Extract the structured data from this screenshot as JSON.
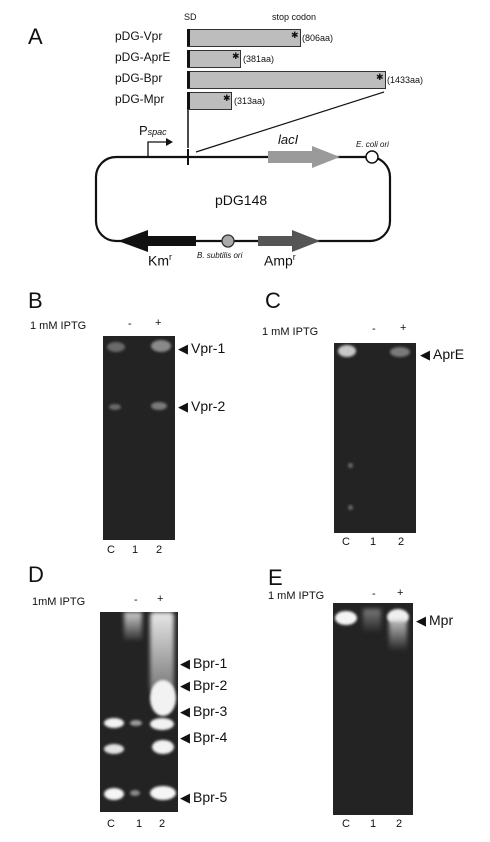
{
  "panelA": {
    "letter": "A",
    "sd": "SD",
    "stop": "stop codon",
    "constructs": [
      {
        "name": "pDG-Vpr",
        "aa": "(806aa)"
      },
      {
        "name": "pDG-AprE",
        "aa": "(381aa)"
      },
      {
        "name": "pDG-Bpr",
        "aa": "(1433aa)"
      },
      {
        "name": "pDG-Mpr",
        "aa": "(313aa)"
      }
    ],
    "pspac": "P",
    "pspac_sub": "spac",
    "lacI": "lacI",
    "ecoli": "E. coli ori",
    "plasmid": "pDG148",
    "km": "Km",
    "km_sup": "r",
    "bsub": "B. subtilis ori",
    "amp": "Amp",
    "amp_sup": "r"
  },
  "panelB": {
    "letter": "B",
    "iptg": "1 mM IPTG",
    "minus": "-",
    "plus": "+",
    "bands": [
      "Vpr-1",
      "Vpr-2"
    ],
    "lanes": [
      "C",
      "1",
      "2"
    ]
  },
  "panelC": {
    "letter": "C",
    "iptg": "1 mM IPTG",
    "minus": "-",
    "plus": "+",
    "bands": [
      "AprE"
    ],
    "lanes": [
      "C",
      "1",
      "2"
    ]
  },
  "panelD": {
    "letter": "D",
    "iptg": "1mM IPTG",
    "minus": "-",
    "plus": "+",
    "bands": [
      "Bpr-1",
      "Bpr-2",
      "Bpr-3",
      "Bpr-4",
      "Bpr-5"
    ],
    "lanes": [
      "C",
      "1",
      "2"
    ]
  },
  "panelE": {
    "letter": "E",
    "iptg": "1 mM IPTG",
    "minus": "-",
    "plus": "+",
    "bands": [
      "Mpr"
    ],
    "lanes": [
      "C",
      "1",
      "2"
    ]
  }
}
